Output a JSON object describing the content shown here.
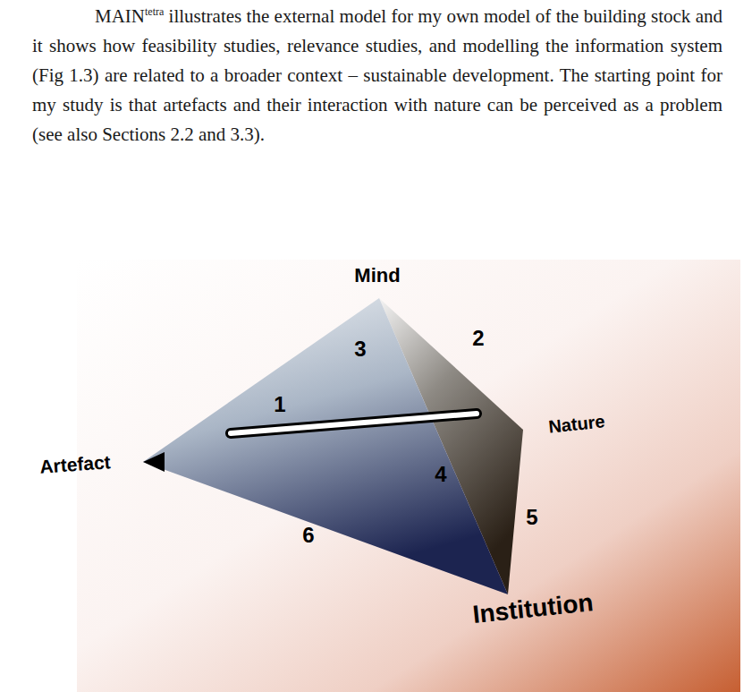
{
  "diagram": {
    "labels": [
      "MAIN",
      "tetra",
      "illustrates the external model for my own model of the building stock and it shows how feasibility studies, relevance studies, and modelling the information system (Fig 1.3) are related to a broader context – sustainable development. The starting point for my study is that artefacts and their interaction with nature can be perceived as a problem (see also Sections 2.2 and 3.3).",
      "Mind",
      "3",
      "2",
      "1",
      "Nature",
      "Artefact",
      "4",
      "5",
      "6",
      "Institution"
    ]
  }
}
